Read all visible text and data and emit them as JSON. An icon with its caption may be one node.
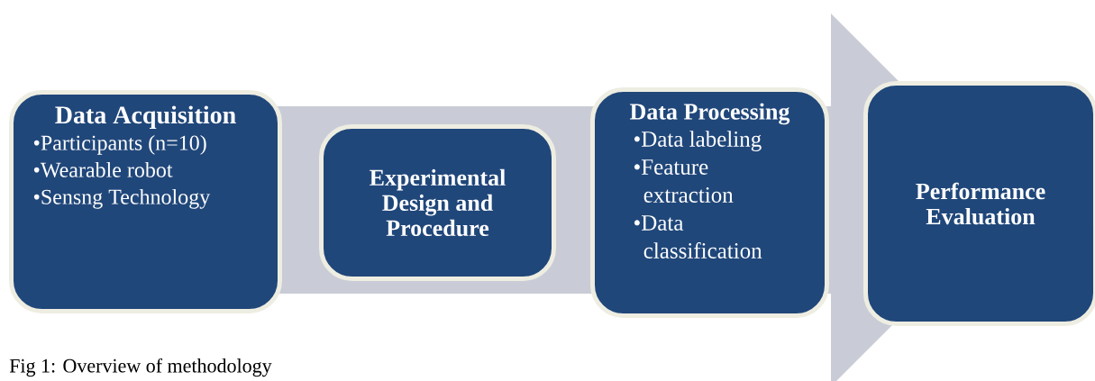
{
  "diagram": {
    "caption": "Fig 1: Overview of methodology",
    "nodes": [
      {
        "text": [
          "Data Acquisition",
          "•Participants (n=10)",
          "•Wearable robot",
          "•Sensng Technology"
        ]
      },
      {
        "text": [
          "Experimental Design and Procedure"
        ]
      },
      {
        "text": [
          "Data Processing",
          "•Data labeling",
          "•Feature extraction",
          "•Data classification"
        ]
      },
      {
        "text": [
          "Performance Evaluation"
        ]
      }
    ],
    "edges": [
      {
        "from": 0,
        "to": 3,
        "arrow": "to"
      }
    ]
  }
}
